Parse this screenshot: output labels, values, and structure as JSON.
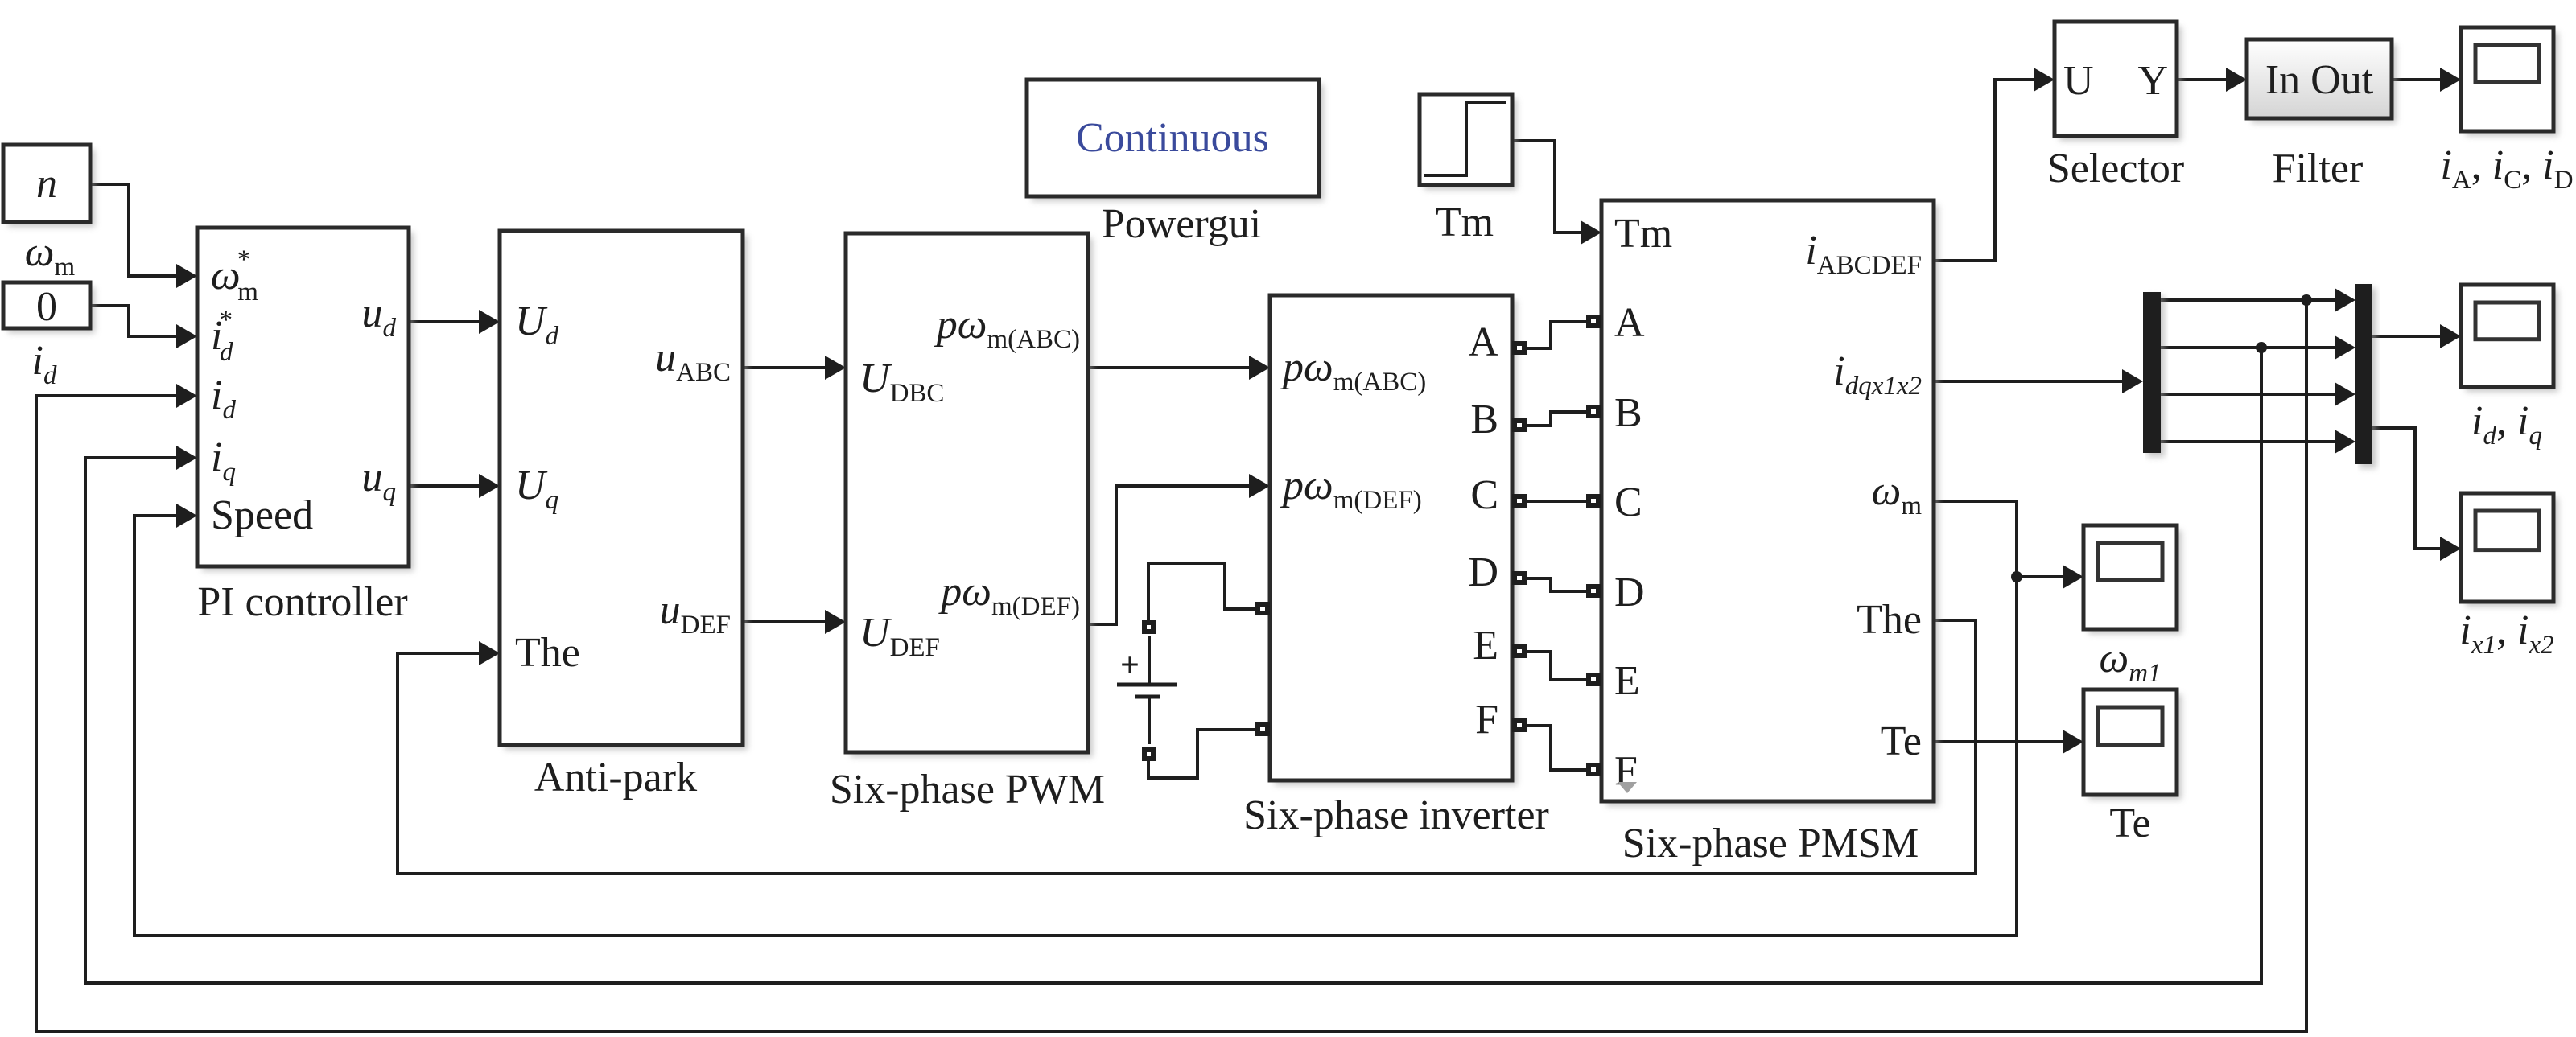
{
  "diagram": {
    "title": "Six-phase PMSM control Simulink model",
    "colors": {
      "line": "#1e1e1e",
      "powergui_text": "#3a4a9c",
      "filter_fill_top": "#ffffff",
      "filter_fill_bottom": "#d4d4d4"
    }
  },
  "sources": {
    "n": {
      "value": "n",
      "label_main": "ω",
      "label_sub": "m"
    },
    "zero": {
      "value": "0",
      "label_main": "i",
      "label_sub": "d"
    }
  },
  "pi_controller": {
    "name": "PI controller",
    "inputs": [
      {
        "main": "ω",
        "sub": "m",
        "sup": "*"
      },
      {
        "main": "i",
        "sub": "d",
        "sup": "*"
      },
      {
        "main": "i",
        "sub": "d",
        "sup": ""
      },
      {
        "main": "i",
        "sub": "q",
        "sup": ""
      },
      {
        "main": "Speed",
        "sub": "",
        "sup": ""
      }
    ],
    "outputs": [
      {
        "main": "u",
        "sub": "d"
      },
      {
        "main": "u",
        "sub": "q"
      }
    ]
  },
  "anti_park": {
    "name": "Anti-park",
    "inputs": [
      {
        "main": "U",
        "sub": "d"
      },
      {
        "main": "U",
        "sub": "q"
      },
      {
        "main": "The",
        "sub": ""
      }
    ],
    "outputs": [
      {
        "main": "u",
        "sub": "ABC"
      },
      {
        "main": "u",
        "sub": "DEF"
      }
    ]
  },
  "pwm": {
    "name": "Six-phase PWM",
    "inputs": [
      {
        "main": "U",
        "sub": "DBC"
      },
      {
        "main": "U",
        "sub": "DEF"
      }
    ],
    "outputs": [
      {
        "main": "pω",
        "sub": "m(ABC)"
      },
      {
        "main": "pω",
        "sub": "m(DEF)"
      }
    ]
  },
  "powergui": {
    "name": "Powergui",
    "mode": "Continuous"
  },
  "step": {
    "name": "Tm"
  },
  "inverter": {
    "name": "Six-phase inverter",
    "inputs": [
      {
        "main": "pω",
        "sub": "m(ABC)"
      },
      {
        "main": "pω",
        "sub": "m(DEF)"
      }
    ],
    "outputs": [
      "A",
      "B",
      "C",
      "D",
      "E",
      "F"
    ],
    "dc_source": {
      "plus_label": "+"
    }
  },
  "pmsm": {
    "name": "Six-phase PMSM",
    "inputs": [
      "Tm",
      "A",
      "B",
      "C",
      "D",
      "E",
      "F"
    ],
    "outputs": [
      {
        "main": "i",
        "sub": "ABCDEF",
        "sub_italic": false
      },
      {
        "main": "i",
        "sub": "dqx1x2",
        "sub_italic": true
      },
      {
        "main": "ω",
        "sub": "m",
        "sub_italic": false
      },
      {
        "main": "The",
        "sub": "",
        "sub_italic": false
      },
      {
        "main": "Te",
        "sub": "",
        "sub_italic": false
      }
    ]
  },
  "selector": {
    "name": "Selector",
    "in": "U",
    "out": "Y"
  },
  "filter": {
    "name": "Filter",
    "text": "In Out"
  },
  "scopes": [
    {
      "id": "scope-iacd",
      "label": [
        {
          "main": "i",
          "sub": "A"
        },
        {
          "main": "i",
          "sub": "C"
        },
        {
          "main": "i",
          "sub": "D"
        }
      ]
    },
    {
      "id": "scope-idq",
      "label": [
        {
          "main": "i",
          "sub": "d"
        },
        {
          "main": "i",
          "sub": "q"
        }
      ]
    },
    {
      "id": "scope-ix",
      "label": [
        {
          "main": "i",
          "sub": "x1"
        },
        {
          "main": "i",
          "sub": "x2"
        }
      ]
    },
    {
      "id": "scope-wm",
      "label": [
        {
          "main": "ω",
          "sub": "m1"
        }
      ]
    },
    {
      "id": "scope-te",
      "label": [
        {
          "main": "Te",
          "sub": ""
        }
      ]
    }
  ],
  "separator": ", "
}
